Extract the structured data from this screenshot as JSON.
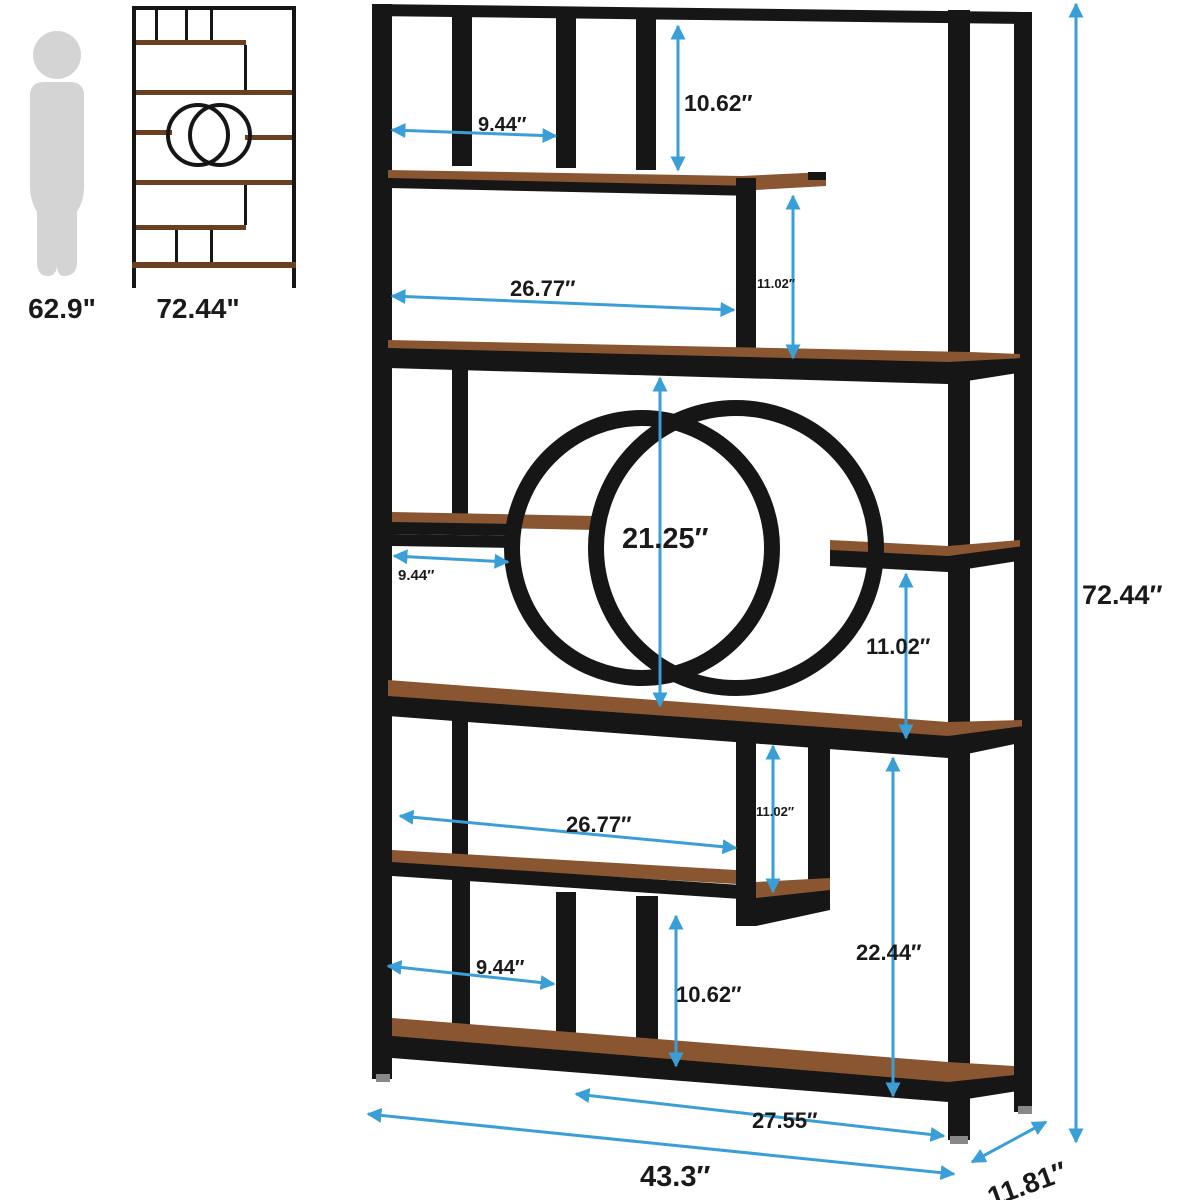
{
  "colors": {
    "frame": "#161616",
    "wood": "#6b3f22",
    "wood_top": "#8a5632",
    "dimension_arrow": "#3a9fd6",
    "person_silhouette": "#d4d4d4",
    "text": "#1a1a1a"
  },
  "thumbnail": {
    "person_height_label": "62.9\"",
    "shelf_height_label": "72.44\""
  },
  "dimensions": {
    "top_compartment_height": "10.62″",
    "top_compartment_width": "9.44″",
    "upper_wide_shelf_width": "26.77″",
    "upper_step_height": "11.02″",
    "circle_diameter": "21.25″",
    "middle_left_width": "9.44″",
    "middle_right_height": "11.02″",
    "lower_wide_shelf_width": "26.77″",
    "lower_step_height": "11.02″",
    "lower_section_height": "22.44″",
    "bottom_compartment_width": "9.44″",
    "bottom_compartment_height": "10.62″",
    "bottom_shelf_width": "27.55″",
    "total_height": "72.44″",
    "total_width": "43.3″",
    "total_depth": "11.81″"
  }
}
